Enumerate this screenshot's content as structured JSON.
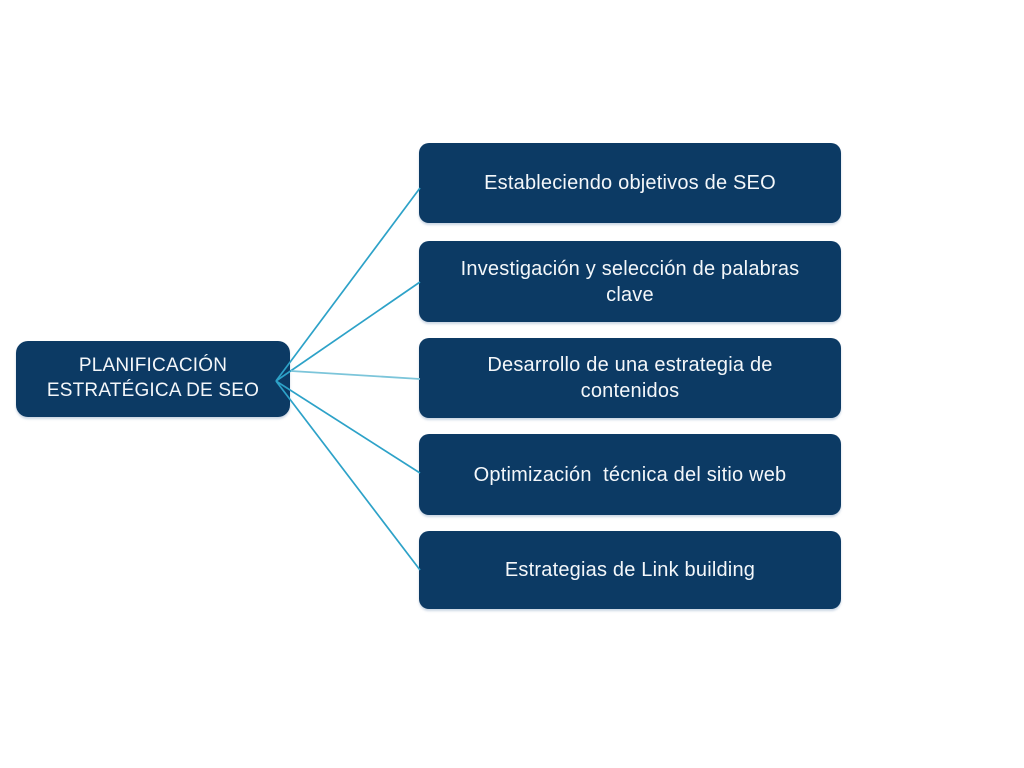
{
  "diagram": {
    "type": "mindmap",
    "background_color": "#ffffff",
    "node_fill_color": "#0c3a64",
    "node_text_color": "#f4f7fa",
    "connector_color": "#2da2c8",
    "connector_light_color": "#7cc5da",
    "root": {
      "label": "PLANIFICACIÓN ESTRATÉGICA DE SEO"
    },
    "children": [
      {
        "label": "Estableciendo objetivos de SEO"
      },
      {
        "label": "Investigación y selección de palabras clave"
      },
      {
        "label": "Desarrollo de una estrategia de contenidos"
      },
      {
        "label": "Optimización  técnica del sitio web"
      },
      {
        "label": "Estrategias de Link building"
      }
    ],
    "connections": [
      {
        "from": "PLANIFICACIÓN ESTRATÉGICA DE SEO",
        "to": "Estableciendo objetivos de SEO"
      },
      {
        "from": "PLANIFICACIÓN ESTRATÉGICA DE SEO",
        "to": "Investigación y selección de palabras clave"
      },
      {
        "from": "PLANIFICACIÓN ESTRATÉGICA DE SEO",
        "to": "Desarrollo de una estrategia de contenidos"
      },
      {
        "from": "PLANIFICACIÓN ESTRATÉGICA DE SEO",
        "to": "Optimización  técnica del sitio web"
      },
      {
        "from": "PLANIFICACIÓN ESTRATÉGICA DE SEO",
        "to": "Estrategias de Link building"
      }
    ]
  }
}
